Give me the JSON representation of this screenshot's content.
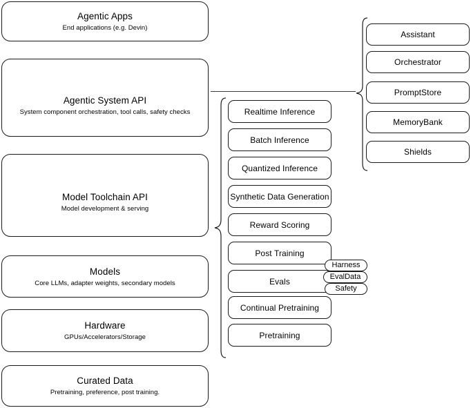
{
  "diagram": {
    "title": "AI Stack Layered Architecture Diagram",
    "stroke_color": "#1a1a1a",
    "background_color": "#ffffff",
    "connector_color": "#3a3a3a"
  },
  "layers": [
    {
      "id": "agentic-apps",
      "title": "Agentic Apps",
      "subtitle": "End applications (e.g. Devin)"
    },
    {
      "id": "agentic-system-api",
      "title": "Agentic System API",
      "subtitle": "System component orchestration, tool calls, safety checks"
    },
    {
      "id": "model-toolchain-api",
      "title": "Model Toolchain API",
      "subtitle": "Model development & serving"
    },
    {
      "id": "models",
      "title": "Models",
      "subtitle": "Core LLMs, adapter weights, secondary models"
    },
    {
      "id": "hardware",
      "title": "Hardware",
      "subtitle": "GPUs/Accelerators/Storage"
    },
    {
      "id": "curated-data",
      "title": "Curated Data",
      "subtitle": "Pretraining, preference, post training."
    }
  ],
  "toolchain_capabilities": [
    {
      "id": "realtime-inference",
      "label": "Realtime Inference"
    },
    {
      "id": "batch-inference",
      "label": "Batch Inference"
    },
    {
      "id": "quantized-inference",
      "label": "Quantized Inference"
    },
    {
      "id": "synthetic-data-generation",
      "label": "Synthetic Data Generation"
    },
    {
      "id": "reward-scoring",
      "label": "Reward Scoring"
    },
    {
      "id": "post-training",
      "label": "Post Training"
    },
    {
      "id": "evals",
      "label": "Evals"
    },
    {
      "id": "continual-pretraining",
      "label": "Continual Pretraining"
    },
    {
      "id": "pretraining",
      "label": "Pretraining"
    }
  ],
  "system_components": [
    {
      "id": "assistant",
      "label": "Assistant"
    },
    {
      "id": "orchestrator",
      "label": "Orchestrator"
    },
    {
      "id": "promptstore",
      "label": "PromptStore"
    },
    {
      "id": "memorybank",
      "label": "MemoryBank"
    },
    {
      "id": "shields",
      "label": "Shields"
    }
  ],
  "eval_badges": [
    {
      "id": "harness",
      "label": "Harness"
    },
    {
      "id": "evaldata",
      "label": "EvalData"
    },
    {
      "id": "safety",
      "label": "Safety"
    }
  ]
}
